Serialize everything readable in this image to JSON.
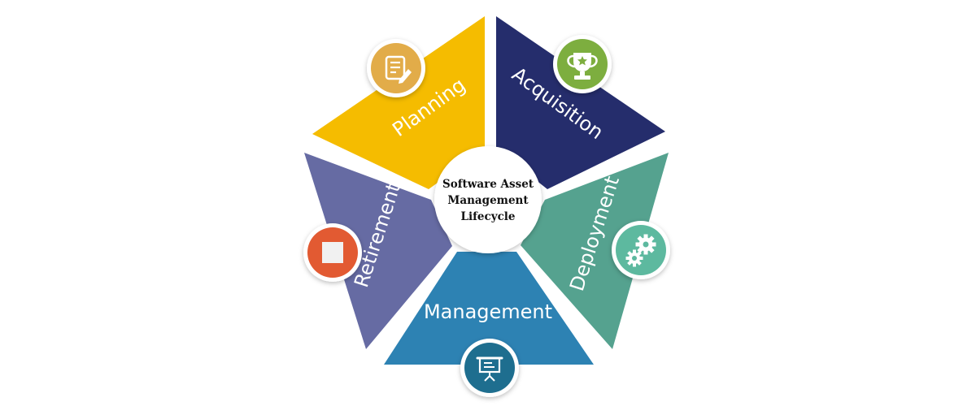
{
  "diagram": {
    "center": {
      "lines": [
        "Software Asset",
        "Management",
        "Lifecycle"
      ]
    },
    "segments": [
      {
        "id": "planning",
        "label": "Planning",
        "color": "#F5BC00",
        "icon": "document-pencil-icon",
        "icon_color": "#E2AC49"
      },
      {
        "id": "acquisition",
        "label": "Acquisition",
        "color": "#252D6C",
        "icon": "trophy-icon",
        "icon_color": "#7DAE3F"
      },
      {
        "id": "deployment",
        "label": "Deployment",
        "color": "#55A28F",
        "icon": "gears-icon",
        "icon_color": "#5DB99F"
      },
      {
        "id": "management",
        "label": "Management",
        "color": "#2D82B3",
        "icon": "presentation-board-icon",
        "icon_color": "#1E6E8F"
      },
      {
        "id": "retirement",
        "label": "Retirement",
        "color": "#666BA3",
        "icon": "stop-icon",
        "icon_color": "#E25A32"
      }
    ]
  }
}
